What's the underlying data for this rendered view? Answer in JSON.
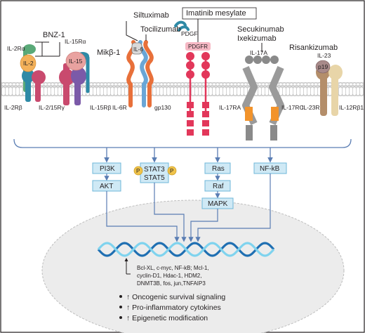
{
  "drugs": {
    "bnz1": "BNZ-1",
    "siltuximab": "Siltuximab",
    "tocilizumab": "Tocilizumab",
    "imatinib": "Imatinib mesylate",
    "secukinumab": "Secukinumab",
    "ixekizumab": "Ixekizumab",
    "risankizumab": "Risankizumab",
    "mikb1": "Mikβ-1"
  },
  "ligands": {
    "il2": "IL-2",
    "il15": "IL-15",
    "il6": "IL-6",
    "pdgf": "PDGF",
    "il17a": "IL-17A",
    "il23": "IL-23",
    "p19": "p19"
  },
  "receptors": {
    "il2ra": "IL-2Rα",
    "il15ra": "IL-15Rα",
    "il2rb": "IL-2Rβ",
    "il2_15rg": "IL-2/15Rγ",
    "il15rb": "IL-15Rβ",
    "il6r": "IL-6R",
    "gp130": "gp130",
    "pdgfr": "PDGFR",
    "il17ra": "IL-17RA",
    "il17rc": "IL-17RC",
    "il23r": "IL-23R",
    "il12rb1": "IL-12Rβ1"
  },
  "signaling": {
    "pi3k": "PI3K",
    "akt": "AKT",
    "stat3": "STAT3",
    "stat5": "STAT5",
    "p": "P",
    "ras": "Ras",
    "raf": "Raf",
    "mapk": "MAPK",
    "nfkb": "NF-kB"
  },
  "genes": [
    "Bcl-XL, c-myc, NF-kB; Mcl-1,",
    "cyclin-D1, Hdac-1, HDM2,",
    "DNMT3B, fos, jun,TNFAIP3"
  ],
  "outcomes": [
    "Oncogenic survival signaling",
    "Pro-inflammatory cytokines",
    "Epigenetic modification"
  ],
  "colors": {
    "membrane": "#bfbfbf",
    "membrane_head": "#e6e6e6",
    "signal_box": "#cfe9f5",
    "signal_border": "#6fb7d9",
    "arrow": "#5a7db3",
    "nucleus": "#ececec",
    "dna_dark": "#1f6fb2",
    "dna_light": "#7fd3ee",
    "phospho": "#f0c34a",
    "pdgfr": "#e2375a",
    "il6r": "#e8703a",
    "gp130": "#6aa6d6",
    "il17r": "#9a9a9a",
    "il17r_accent": "#f2932b",
    "il2ra": "#5aa978",
    "il2rb": "#2e8aa6",
    "il2rg": "#c94a6e",
    "il15rb": "#7b5aa8",
    "il2_ligand": "#f3b15a",
    "il15_ligand": "#e9a2a0",
    "il23r": "#b48e6a",
    "il12rb1": "#e8d5a8"
  }
}
